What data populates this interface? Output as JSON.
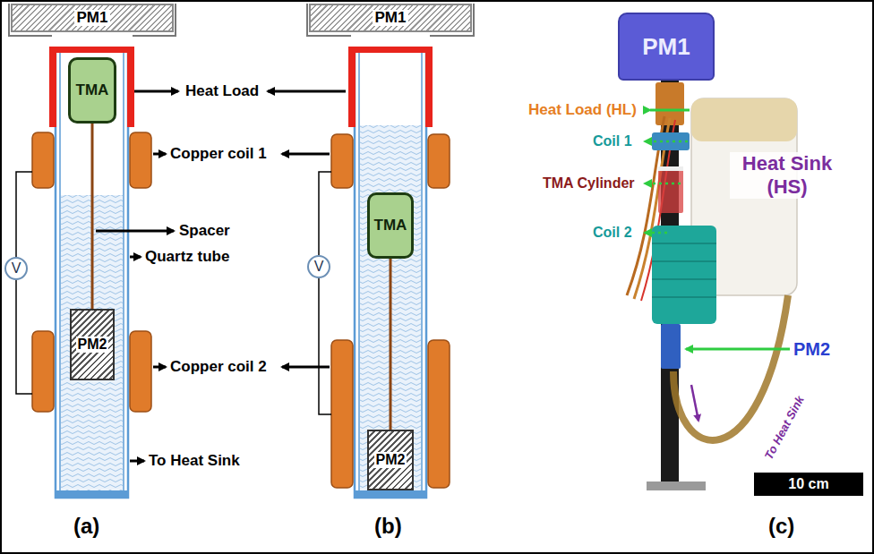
{
  "diagram": {
    "nodes": [
      {
        "text": [
          "PM1"
        ]
      },
      {
        "text": [
          "TMA"
        ]
      },
      {
        "text": [
          "V"
        ]
      },
      {
        "text": [
          "PM2"
        ]
      },
      {
        "text": [
          "PM1"
        ]
      },
      {
        "text": [
          "TMA"
        ]
      },
      {
        "text": [
          "V"
        ]
      },
      {
        "text": [
          "PM2"
        ]
      },
      {
        "text": [
          "PM1"
        ]
      }
    ],
    "edges": [
      {
        "from": 1,
        "to": 3,
        "arrow": "none"
      },
      {
        "from": 5,
        "to": 7,
        "arrow": "none"
      }
    ],
    "labels": [
      "Heat Load",
      "Copper coil 1",
      "Spacer",
      "Quartz tube",
      "Copper coil 2",
      "To Heat Sink",
      "(a)",
      "(b)",
      "Heat Load (HL)",
      "Coil 1",
      "TMA Cylinder",
      "Coil 2",
      "Heat Sink (HS)",
      "PM2",
      "To Heat Sink",
      "10 cm",
      "(c)"
    ]
  }
}
